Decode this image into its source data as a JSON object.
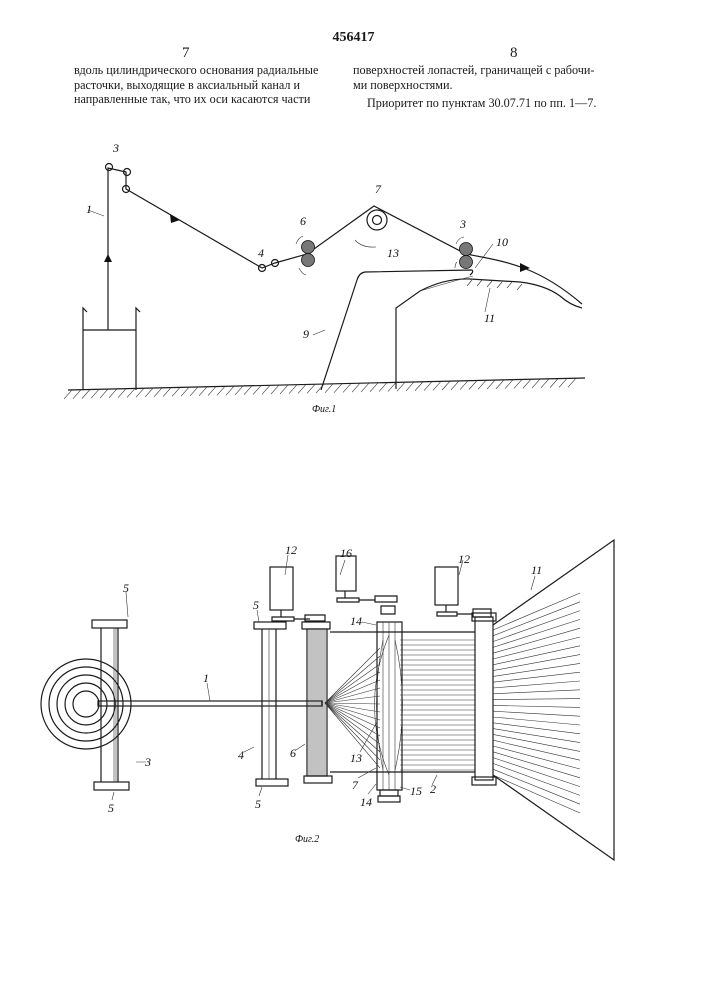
{
  "header": {
    "patent_number": "456417",
    "left_column_number": "7",
    "right_column_number": "8"
  },
  "left_column": {
    "lines": [
      "вдоль цилиндрического основания радиальные",
      "расточки, выходящие в аксиальный  канал и",
      "направленные так, что их оси касаются части"
    ]
  },
  "right_column": {
    "lines": [
      "поверхностей лопастей, граничащей с рабочи-",
      "ми поверхностями."
    ],
    "priority": "Приоритет по пунктам 30.07.71 по пп. 1—7."
  },
  "figure1": {
    "caption": "Фиг.1",
    "labels": {
      "thread": "1",
      "guide_rollers": "3",
      "guide_4": "4",
      "rollers_6": "6",
      "drum": "7",
      "needles": "13",
      "rollers_3b": "3",
      "lip": "10",
      "form": "11",
      "table": "9"
    }
  },
  "figure2": {
    "caption": "Фиг.2",
    "labels": {
      "f5a": "5",
      "f5b": "5",
      "f5c": "5",
      "f5d": "5",
      "f3": "3",
      "f4": "4",
      "f6": "6",
      "f1": "1",
      "m12a": "12",
      "m16": "16",
      "f14a": "14",
      "f13": "13",
      "f7": "7",
      "f14b": "14",
      "f15": "15",
      "f2": "2",
      "m12b": "12",
      "f11": "11"
    }
  }
}
